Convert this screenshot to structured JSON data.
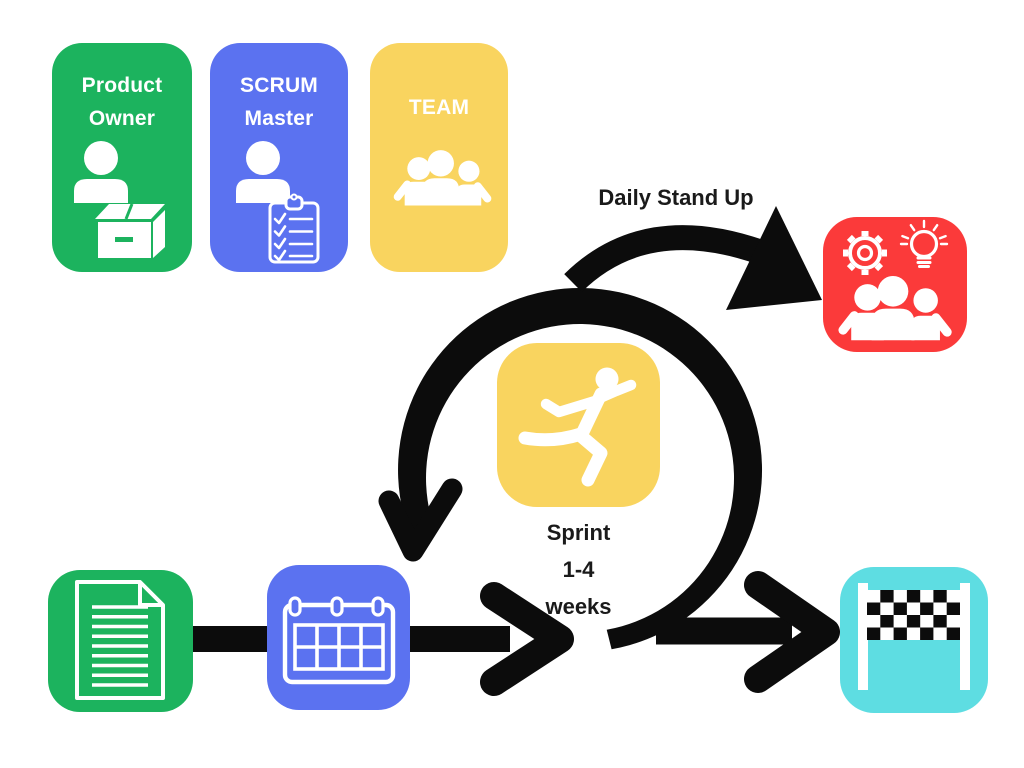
{
  "diagram_title": "SCRUM process flow",
  "colors": {
    "background": "#ffffff",
    "green": "#1cb35e",
    "blue": "#5b72f0",
    "yellow": "#f9d45f",
    "red": "#fb3a3a",
    "cyan": "#5edde2",
    "arrow": "#0c0c0c",
    "label_text": "#1a1a1a",
    "card_text": "#ffffff"
  },
  "role_cards": {
    "product_owner": {
      "line1": "Product",
      "line2": "Owner",
      "icons": [
        "person-icon",
        "box-icon"
      ]
    },
    "scrum_master": {
      "line1": "SCRUM",
      "line2": "Master",
      "icons": [
        "person-icon",
        "clipboard-checklist-icon"
      ]
    },
    "team": {
      "line1": "TEAM",
      "icons": [
        "team-group-icon"
      ]
    }
  },
  "labels": {
    "daily_stand_up": "Daily Stand Up",
    "sprint_line1": "Sprint",
    "sprint_line2": "1-4",
    "sprint_line3": "weeks"
  },
  "flow_nodes": {
    "backlog": {
      "icon": "document-icon",
      "color": "#1cb35e"
    },
    "sprint_planning": {
      "icon": "calendar-icon",
      "color": "#5b72f0"
    },
    "sprint": {
      "icon": "runner-icon",
      "color": "#f9d45f"
    },
    "daily_standup_meeting": {
      "icons": [
        "gear-icon",
        "lightbulb-icon",
        "team-group-icon"
      ],
      "color": "#fb3a3a"
    },
    "finish": {
      "icon": "finish-line-icon",
      "color": "#5edde2"
    }
  }
}
